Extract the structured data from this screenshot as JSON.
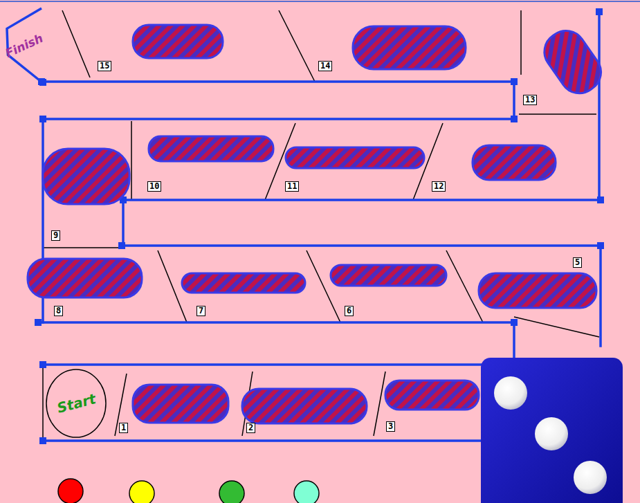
{
  "diagram": {
    "nodes": [
      {
        "text": [
          "Finish"
        ]
      },
      {
        "text": [
          "Start"
        ]
      }
    ],
    "labels": [
      "15",
      "14",
      "13",
      "10",
      "11",
      "12",
      "9",
      "8",
      "7",
      "6",
      "5",
      "1",
      "2",
      "3"
    ]
  }
}
